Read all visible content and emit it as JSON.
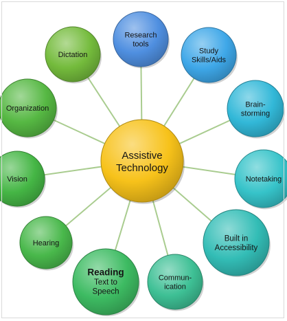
{
  "center": {
    "lines": [
      "Assistive",
      "Technology"
    ]
  },
  "nodes": [
    {
      "id": "research-tools",
      "lines": [
        "Research",
        "tools"
      ],
      "color": "#4f8fe0",
      "bold_first": false
    },
    {
      "id": "study-skills-aids",
      "lines": [
        "Study",
        "Skills/Aids"
      ],
      "color": "#3ea7e8",
      "bold_first": false
    },
    {
      "id": "brainstorming",
      "lines": [
        "Brain-",
        "storming"
      ],
      "color": "#32b8d8",
      "bold_first": false
    },
    {
      "id": "notetaking",
      "lines": [
        "Notetaking"
      ],
      "color": "#36c3c9",
      "bold_first": false
    },
    {
      "id": "built-in-accessibility",
      "lines": [
        "Built in",
        "Accessibility"
      ],
      "color": "#33bdb6",
      "bold_first": false
    },
    {
      "id": "communication",
      "lines": [
        "Commun-",
        "ication"
      ],
      "color": "#3ec095",
      "bold_first": false
    },
    {
      "id": "reading-text-to-speech",
      "lines": [
        "Reading",
        "Text to",
        "Speech"
      ],
      "color": "#3dbb62",
      "bold_first": true
    },
    {
      "id": "hearing",
      "lines": [
        "Hearing"
      ],
      "color": "#49b84b",
      "bold_first": false
    },
    {
      "id": "vision",
      "lines": [
        "Vision"
      ],
      "color": "#45b645",
      "bold_first": false
    },
    {
      "id": "organization",
      "lines": [
        "Organization"
      ],
      "color": "#56b843",
      "bold_first": false
    },
    {
      "id": "dictation",
      "lines": [
        "Dictation"
      ],
      "color": "#74bb3c",
      "bold_first": false
    }
  ],
  "colors": {
    "center": "#f7c21a",
    "spoke": "#a9cc8f"
  }
}
